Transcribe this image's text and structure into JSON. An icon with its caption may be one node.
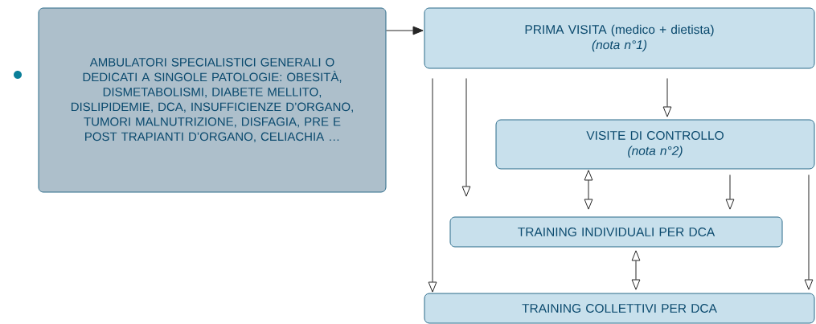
{
  "diagram": {
    "nodes": [
      {
        "text": [
          "AMBULATORI SPECIALISTICI GENERALI O DEDICATI A SINGOLE PATOLOGIE: OBESITÀ, DISMETABOLISMI, DIABETE MELLITO, DISLIPIDEMIE, DCA, INSUFFICIENZE D’ORGANO, TUMORI MALNUTRIZIONE, DISFAGIA, PRE E POST TRAPIANTI D’ORGANO, CELIACHIA …"
        ]
      },
      {
        "text": [
          "PRIMA VISITA (medico + dietista)",
          "(nota n°1)"
        ]
      },
      {
        "text": [
          "VISITE DI CONTROLLO",
          "(nota n°2)"
        ]
      },
      {
        "text": [
          "TRAINING INDIVIDUALI PER DCA"
        ]
      },
      {
        "text": [
          "TRAINING COLLETTIVI PER DCA"
        ]
      }
    ],
    "edges": [
      {
        "from": 0,
        "to": 1,
        "arrow": "to"
      },
      {
        "from": 1,
        "to": 4,
        "arrow": "to"
      },
      {
        "from": 1,
        "to": 3,
        "arrow": "to"
      },
      {
        "from": 1,
        "to": 2,
        "arrow": "to"
      },
      {
        "from": 2,
        "to": 3,
        "arrow": "both"
      },
      {
        "from": 2,
        "to": 3,
        "arrow": "to"
      },
      {
        "from": 2,
        "to": 4,
        "arrow": "to"
      },
      {
        "from": 3,
        "to": 4,
        "arrow": "both"
      }
    ]
  }
}
